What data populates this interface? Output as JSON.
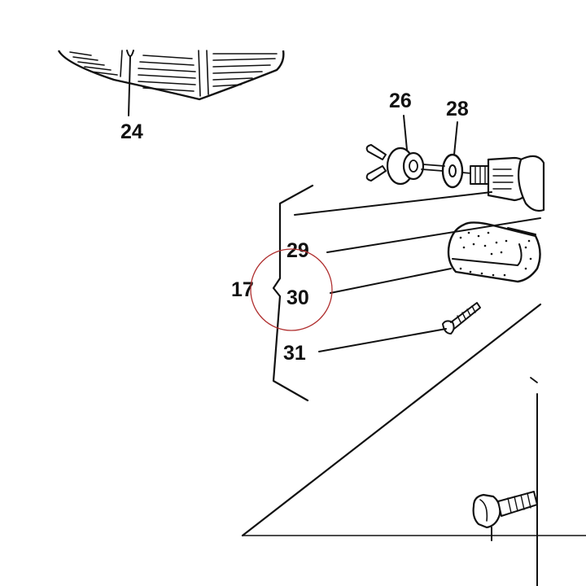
{
  "callouts": {
    "c24": "24",
    "c26": "26",
    "c28": "28",
    "c17": "17",
    "c29": "29",
    "c30": "30",
    "c31": "31"
  },
  "colors": {
    "ink": "#111111",
    "highlight_circle": "#b03030",
    "background": "#ffffff"
  }
}
